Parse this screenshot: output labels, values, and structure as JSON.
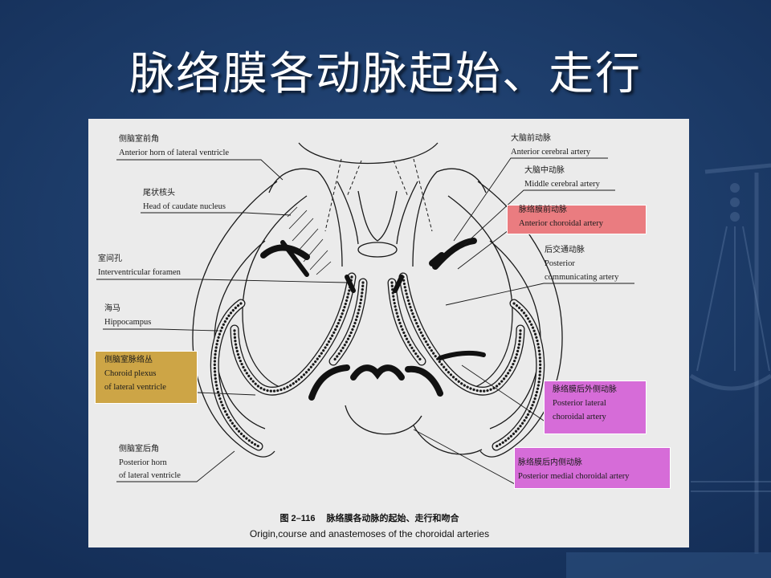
{
  "slide": {
    "title": "脉络膜各动脉起始、走行"
  },
  "figure": {
    "left_labels": [
      {
        "zh": "侧脑室前角",
        "en": [
          "Anterior horn of lateral ventricle"
        ]
      },
      {
        "zh": "尾状核头",
        "en": [
          "Head of caudate nucleus"
        ]
      },
      {
        "zh": "室间孔",
        "en": [
          "Interventricular foramen"
        ]
      },
      {
        "zh": "海马",
        "en": [
          "Hippocampus"
        ]
      },
      {
        "zh": "侧脑室脉络丛",
        "en": [
          "Choroid plexus",
          "of lateral ventricle"
        ]
      },
      {
        "zh": "侧脑室后角",
        "en": [
          "Posterior horn",
          "of lateral ventricle"
        ]
      }
    ],
    "right_labels": [
      {
        "zh": "大脑前动脉",
        "en": [
          "Anterior cerebral artery"
        ]
      },
      {
        "zh": "大脑中动脉",
        "en": [
          "Middle cerebral artery"
        ]
      },
      {
        "zh": "脉络膜前动脉",
        "en": [
          "Anterior choroidal artery"
        ]
      },
      {
        "zh": "后交通动脉",
        "en": [
          "Posterior",
          "communicating artery"
        ]
      },
      {
        "zh": "脉络膜后外侧动脉",
        "en": [
          "Posterior lateral",
          "choroidal artery"
        ]
      },
      {
        "zh": "脉络膜后内侧动脉",
        "en": [
          "Posterior medial choroidal artery"
        ]
      }
    ],
    "caption": {
      "number": "图 2–116",
      "zh": "脉络膜各动脉的起始、走行和吻合",
      "en": "Origin,course and anastemoses of the choroidal arteries"
    }
  },
  "colors": {
    "slide_background": "#1c3b68",
    "title_text": "#ffffff",
    "figure_background": "#ebebeb",
    "highlight_choroid_plexus": "#cda546",
    "highlight_anterior_choroidal": "#ea7c80",
    "highlight_posterior_lateral": "#d66cd8",
    "highlight_posterior_medial": "#d66cd8"
  }
}
